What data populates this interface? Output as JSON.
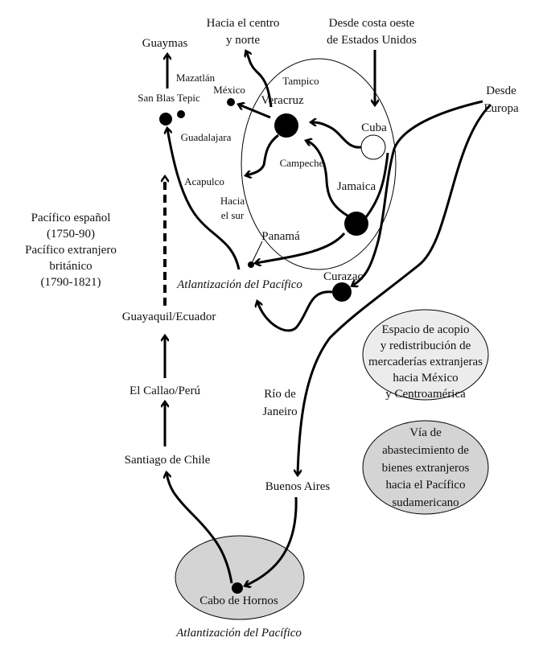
{
  "labels": {
    "guaymas": "Guaymas",
    "hacia_centro": [
      "Hacia el centro",
      "y norte"
    ],
    "desde_costa": [
      "Desde costa oeste",
      "de Estados Unidos"
    ],
    "mazatlan": "Mazatlán",
    "mexico": "México",
    "tampico": "Tampico",
    "san_blas_tepic": "San Blas Tepic",
    "veracruz": "Veracruz",
    "desde_europa": [
      "Desde",
      "Europa"
    ],
    "cuba": "Cuba",
    "guadalajara": "Guadalajara",
    "campeche": "Campeche",
    "acapulco": "Acapulco",
    "jamaica": "Jamaica",
    "hacia_sur": [
      "Hacia",
      "el sur"
    ],
    "panama": "Panamá",
    "atlantizacion_1": "Atlantización del Pacífico",
    "curazao": "Curazao",
    "pacifico": [
      "Pacífico español",
      "(1750-90)",
      "Pacífico extranjero",
      "británico",
      "(1790-1821)"
    ],
    "guayaquil": "Guayaquil/Ecuador",
    "callao": "El Callao/Perú",
    "santiago": "Santiago de Chile",
    "rio": [
      "Río de",
      "Janeiro"
    ],
    "buenos_aires": "Buenos Aires",
    "cabo": "Cabo de Hornos",
    "atlantizacion_2": "Atlantización del Pacífico"
  },
  "legend": {
    "acopio": [
      "Espacio de acopio",
      "y redistribución de",
      "mercaderías extranjeras",
      "hacia México",
      "y Centroamérica"
    ],
    "via": [
      "Vía de",
      "abastecimiento de",
      "bienes extranjeros",
      "hacia el Pacífico",
      "sudamericano"
    ]
  },
  "colors": {
    "acopio_fill": "#ececec",
    "via_fill": "#d4d4d4"
  }
}
